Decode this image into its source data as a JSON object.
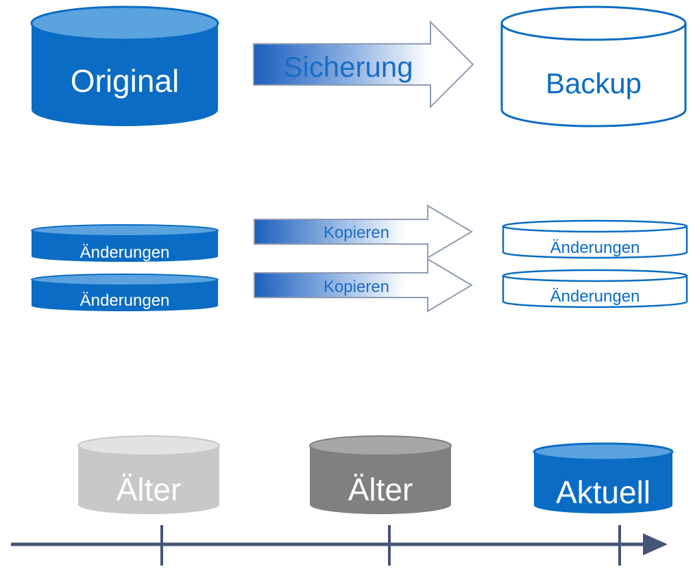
{
  "colors": {
    "blue": "#0a6cc4",
    "blue_dark": "#0858a3",
    "blue_top": "#5aa3df",
    "white": "#ffffff",
    "gray_light_body": "#c8c8c8",
    "gray_light_top": "#e2e2e2",
    "gray_dark_body": "#808080",
    "gray_dark_top": "#a7a7a7",
    "axis": "#465475",
    "arrow_fill_start": "#1b5fbe",
    "arrow_outline": "#8f9bb0",
    "arrow_text": "#1b6dc4"
  },
  "row1": {
    "original_label": "Original",
    "arrow_label": "Sicherung",
    "backup_label": "Backup"
  },
  "row2": {
    "source_top_label": "Änderungen",
    "source_bottom_label": "Änderungen",
    "arrow_top_label": "Kopieren",
    "arrow_bottom_label": "Kopieren",
    "target_top_label": "Änderungen",
    "target_bottom_label": "Änderungen"
  },
  "timeline": {
    "older_label_1": "Älter",
    "older_label_2": "Älter",
    "current_label": "Aktuell"
  }
}
